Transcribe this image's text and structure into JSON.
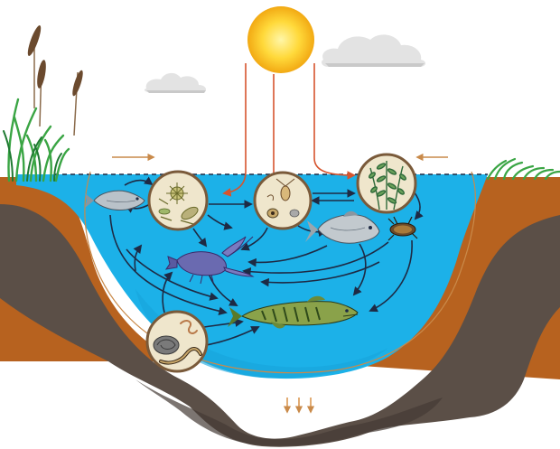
{
  "diagram": {
    "kind": "pond-food-web",
    "colors": {
      "sky": "#ffffff",
      "water": "#1cb1e8",
      "water_deep": "#17a3db",
      "sediment": "#5b4f47",
      "sediment_shadow": "#453b35",
      "soil_orange": "#b7621f",
      "soil_dark": "#7a4a28",
      "grass": "#3aa544",
      "grass_dark": "#1f7a32",
      "sun_outer": "#f5b61a",
      "sun_inner": "#ffdf4a",
      "cloud": "#e3e3e3",
      "cloud_shadow": "#c9c9c9",
      "energy_arrow": "#d6542e",
      "flow_arrow": "#1e2a44",
      "cycle_line": "#c98a4a",
      "circle_ring": "#7a5a3a",
      "circle_fill": "#efe6cc"
    },
    "nodes": [
      {
        "id": "phytoplankton",
        "icon": "phytoplankton-icon"
      },
      {
        "id": "zooplankton",
        "icon": "zooplankton-icon"
      },
      {
        "id": "aquatic-plants",
        "icon": "aquatic-plant-icon"
      },
      {
        "id": "decomposers",
        "icon": "worm-snail-icon"
      },
      {
        "id": "small-fish",
        "icon": "small-fish-icon"
      },
      {
        "id": "carp",
        "icon": "carp-icon"
      },
      {
        "id": "beetle",
        "icon": "water-beetle-icon"
      },
      {
        "id": "crayfish",
        "icon": "crayfish-icon"
      },
      {
        "id": "pike",
        "icon": "pike-icon"
      }
    ],
    "edges": [
      {
        "from": "phytoplankton",
        "to": "zooplankton"
      },
      {
        "from": "zooplankton",
        "to": "aquatic-plants"
      },
      {
        "from": "aquatic-plants",
        "to": "zooplankton"
      },
      {
        "from": "aquatic-plants",
        "to": "beetle"
      },
      {
        "from": "zooplankton",
        "to": "carp"
      },
      {
        "from": "small-fish",
        "to": "phytoplankton"
      },
      {
        "from": "phytoplankton",
        "to": "small-fish"
      },
      {
        "from": "phytoplankton",
        "to": "crayfish"
      },
      {
        "from": "zooplankton",
        "to": "crayfish"
      },
      {
        "from": "carp",
        "to": "crayfish"
      },
      {
        "from": "beetle",
        "to": "crayfish"
      },
      {
        "from": "carp",
        "to": "pike"
      },
      {
        "from": "beetle",
        "to": "pike"
      },
      {
        "from": "small-fish",
        "to": "pike"
      },
      {
        "from": "decomposers",
        "to": "pike"
      },
      {
        "from": "decomposers",
        "to": "crayfish"
      },
      {
        "from": "pike",
        "to": "decomposers"
      }
    ]
  }
}
